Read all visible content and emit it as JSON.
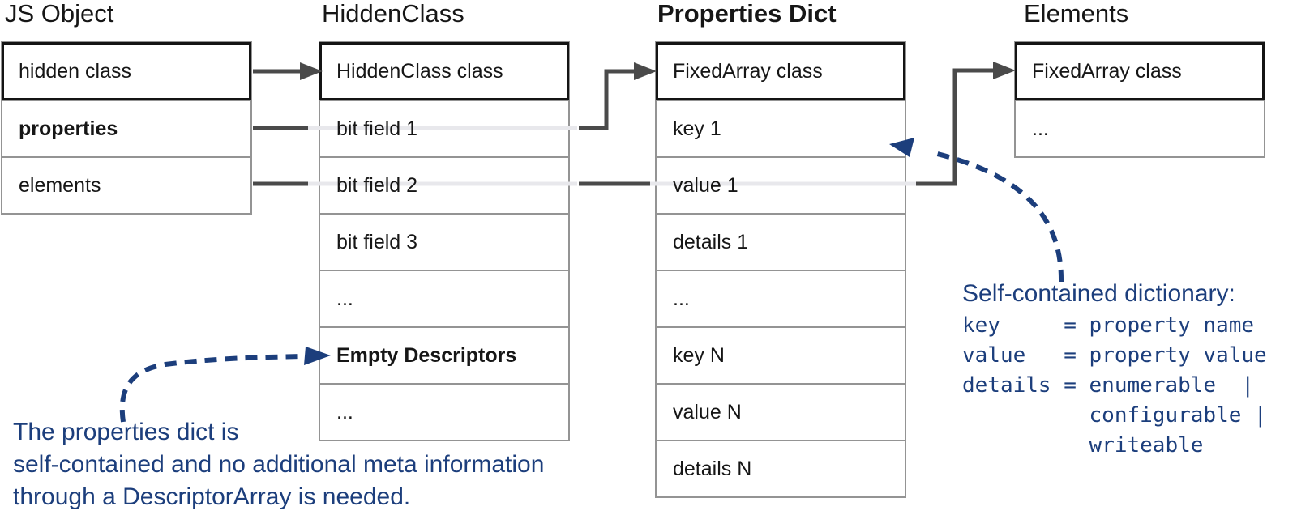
{
  "colors": {
    "note_blue": "#1c3e7c",
    "connector_gray": "#4a4a4a",
    "passthrough_gray": "#e8e8ec",
    "border_gray": "#949494",
    "border_black": "#141414"
  },
  "columns": {
    "js_object": {
      "title": "JS Object",
      "rows": [
        {
          "label": "hidden class"
        },
        {
          "label": "properties"
        },
        {
          "label": "elements"
        }
      ]
    },
    "hidden_class": {
      "title": "HiddenClass",
      "rows": [
        {
          "label": "HiddenClass class"
        },
        {
          "label": "bit field 1"
        },
        {
          "label": "bit field 2"
        },
        {
          "label": "bit field 3"
        },
        {
          "label": "..."
        },
        {
          "label": "Empty Descriptors"
        },
        {
          "label": "..."
        }
      ]
    },
    "properties_dict": {
      "title": "Properties Dict",
      "rows": [
        {
          "label": "FixedArray class"
        },
        {
          "label": "key 1"
        },
        {
          "label": "value 1"
        },
        {
          "label": "details 1"
        },
        {
          "label": "..."
        },
        {
          "label": "key N"
        },
        {
          "label": "value N"
        },
        {
          "label": "details N"
        }
      ]
    },
    "elements": {
      "title": "Elements",
      "rows": [
        {
          "label": "FixedArray class"
        },
        {
          "label": "..."
        }
      ]
    }
  },
  "notes": {
    "descriptor_note": {
      "line1": "The properties dict is",
      "line2": "self-contained and no additional meta information",
      "line3": "through a DescriptorArray is needed."
    },
    "dictionary_note": {
      "title": "Self-contained dictionary:",
      "code_line1": "key     = property name",
      "code_line2": "value   = property value",
      "code_line3": "details = enumerable  |",
      "code_line4": "          configurable |",
      "code_line5": "          writeable"
    }
  }
}
